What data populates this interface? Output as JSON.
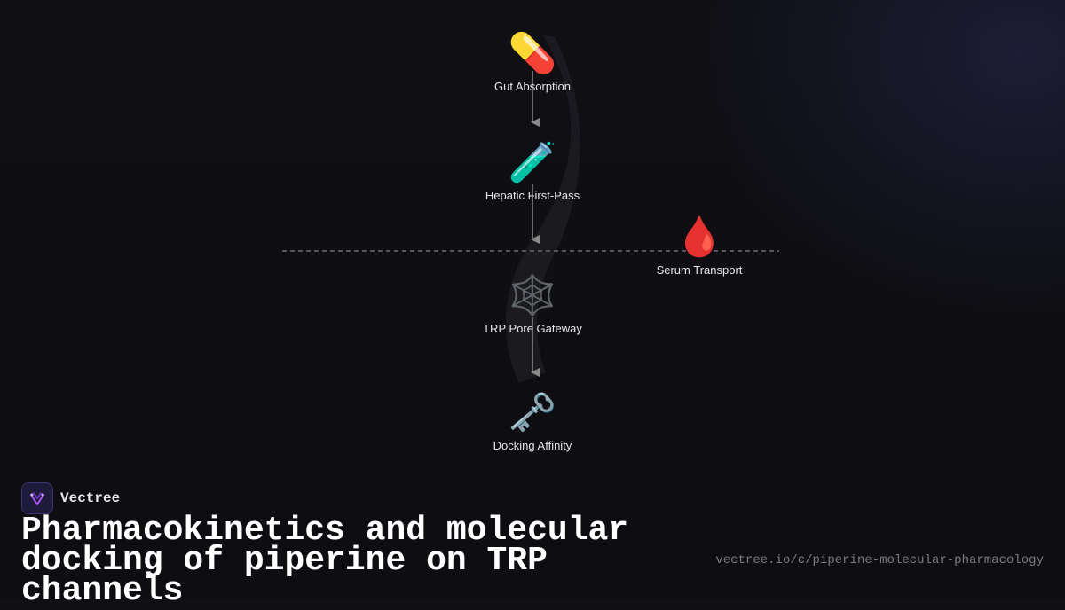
{
  "diagram": {
    "nodes": [
      {
        "id": "gut",
        "icon": "💊",
        "icon_name": "pill-icon",
        "label": "Gut Absorption"
      },
      {
        "id": "hepatic",
        "icon": "🧪",
        "icon_name": "test-tube-icon",
        "label": "Hepatic First-Pass"
      },
      {
        "id": "serum",
        "icon": "🩸",
        "icon_name": "blood-drop-icon",
        "label": "Serum Transport"
      },
      {
        "id": "trp",
        "icon": "🕸️",
        "icon_name": "web-icon",
        "label": "TRP Pore Gateway"
      },
      {
        "id": "docking",
        "icon": "🗝️",
        "icon_name": "key-icon",
        "label": "Docking Affinity"
      }
    ],
    "edges": [
      {
        "from": "gut",
        "to": "hepatic"
      },
      {
        "from": "hepatic",
        "to": "trp"
      },
      {
        "from": "trp",
        "to": "docking"
      }
    ]
  },
  "brand": {
    "name": "Vectree"
  },
  "title": "Pharmacokinetics and molecular docking of piperine on TRP channels",
  "url": "vectree.io/c/piperine-molecular-pharmacology",
  "colors": {
    "background": "#0f0f14",
    "arrow": "#8a8a8a",
    "divider": "#555560",
    "accent": "#a855f7"
  }
}
